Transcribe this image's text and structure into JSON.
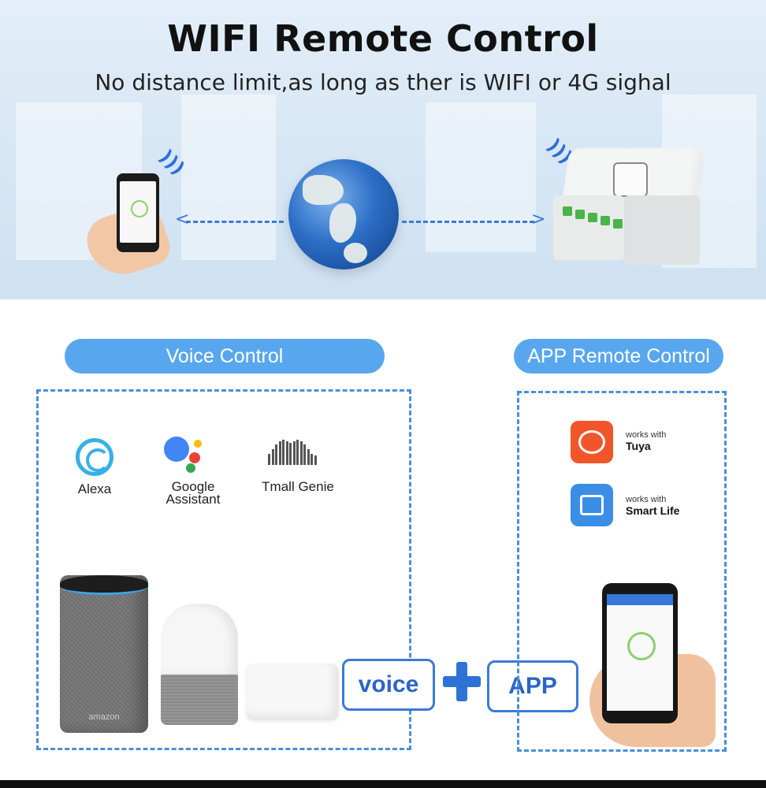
{
  "banner": {
    "title": "WIFI Remote Control",
    "subtitle": "No distance limit,as long as ther is WIFI or 4G sighal"
  },
  "voice_section": {
    "header": "Voice Control",
    "assistants": [
      {
        "label": "Alexa",
        "icon": "alexa-icon"
      },
      {
        "label": "Google",
        "label2": "Assistant",
        "icon": "google-assistant-icon"
      },
      {
        "label": "Tmall Genie",
        "icon": "tmall-genie-icon"
      }
    ],
    "speaker_brand": "amazon"
  },
  "app_section": {
    "header": "APP Remote Control",
    "apps": [
      {
        "prefix": "works with",
        "name": "Tuya",
        "color": "#f0562a",
        "icon": "tuya-icon"
      },
      {
        "prefix": "works with",
        "name": "Smart Life",
        "color": "#3a8ee6",
        "icon": "smart-life-icon"
      }
    ]
  },
  "combo": {
    "voice_label": "voice",
    "app_label": "APP"
  },
  "colors": {
    "accent_blue": "#58a7ee",
    "dash_blue": "#4a8fd8",
    "power_green": "#8ccf6b"
  }
}
